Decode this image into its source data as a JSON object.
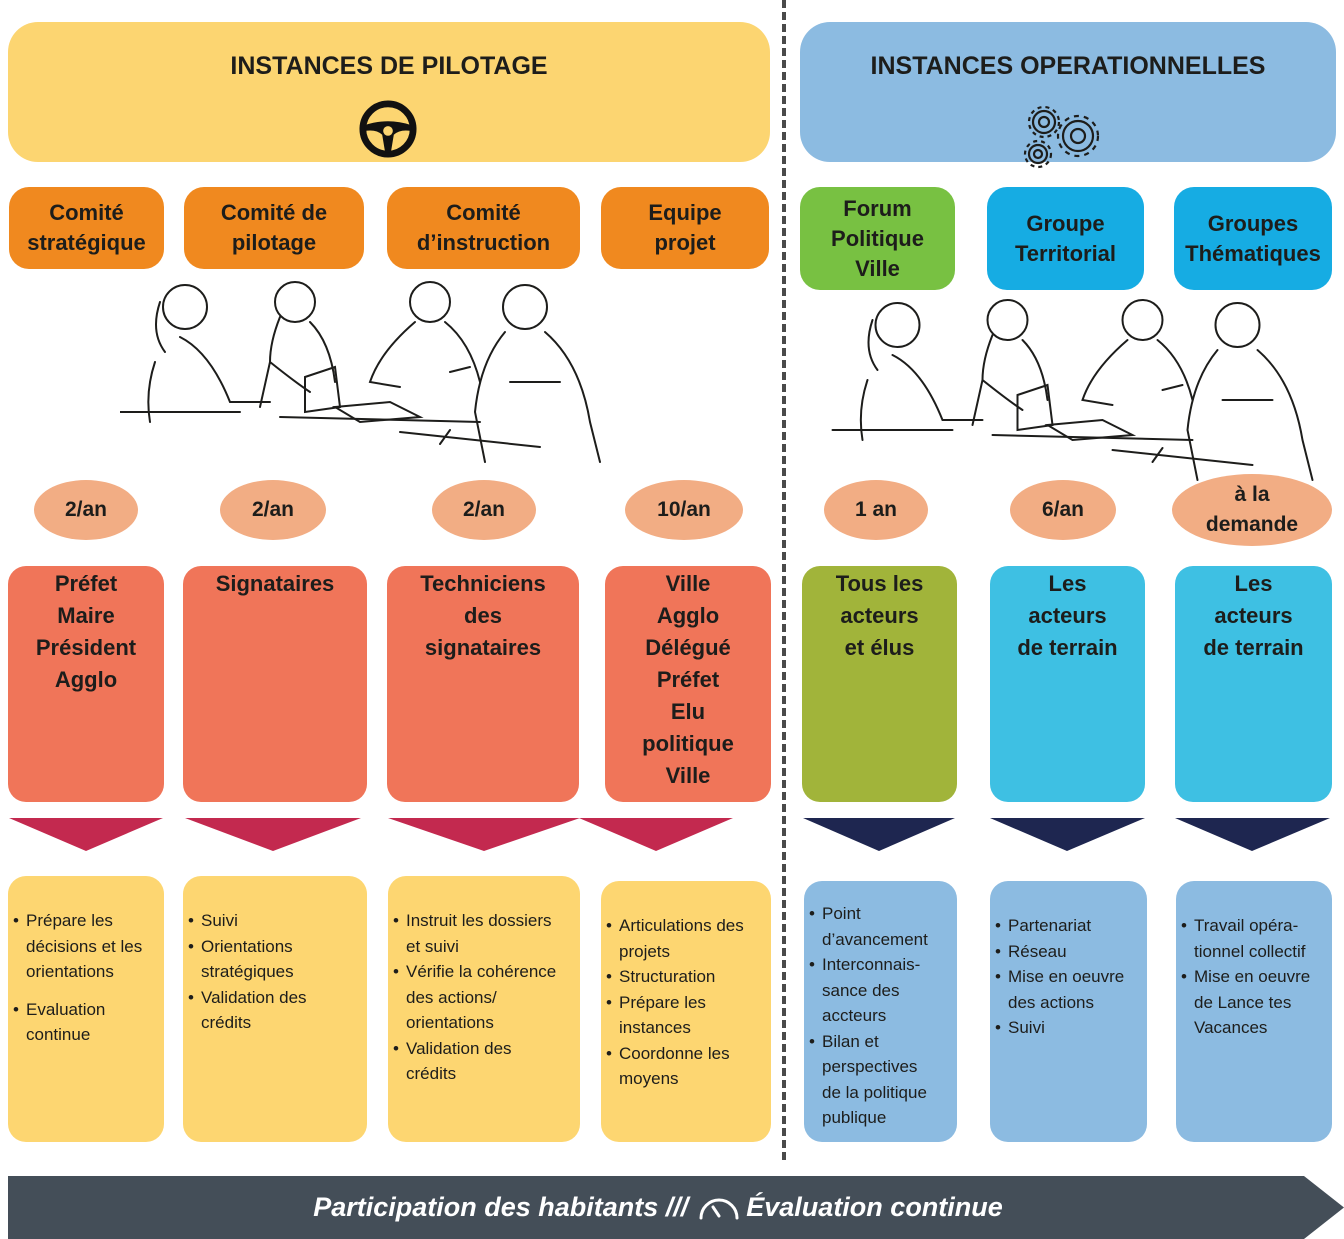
{
  "colors": {
    "pilotage_header": "#fcd571",
    "operational_header": "#8cbbe1",
    "orange": "#f0891f",
    "green": "#78c142",
    "cyan": "#16ace3",
    "frequency": "#f2ad84",
    "salmon": "#f07559",
    "olive": "#a1b43a",
    "sky": "#3ec0e3",
    "yellow_box": "#fdd671",
    "blue_box": "#8cbbe1",
    "crimson_arrow": "#c3294f",
    "navy_arrow": "#1e2650",
    "bottom_bar": "#444e58"
  },
  "headers": {
    "pilotage": {
      "title": "INSTANCES DE PILOTAGE",
      "icon": "steering-wheel-icon"
    },
    "operational": {
      "title": "INSTANCES OPERATIONNELLES",
      "icon": "gears-icon"
    }
  },
  "columns": [
    {
      "category": "Comité\nstratégique",
      "frequency": "2/an",
      "members": "Préfet\nMaire\nPrésident\nAgglo",
      "roles": [
        "Prépare les\ndécisions et les\norientations",
        "Evaluation\ncontinue"
      ]
    },
    {
      "category": "Comité de\npilotage",
      "frequency": "2/an",
      "members": "Signataires",
      "roles": [
        "Suivi",
        " Orientations\nstratégiques",
        "Validation des\ncrédits"
      ]
    },
    {
      "category": "Comité\nd’instruction",
      "frequency": "2/an",
      "members": "Techniciens\ndes\nsignataires",
      "roles": [
        "Instruit les dossiers\net suivi",
        "Vérifie la cohérence\ndes actions/\norientations",
        "Validation des\ncrédits"
      ]
    },
    {
      "category": "Equipe\nprojet",
      "frequency": "10/an",
      "members": "Ville\nAgglo\nDélégué\nPréfet\nElu\npolitique\nVille",
      "roles": [
        "Articulations des\nprojets",
        "Structuration",
        "Prépare les\ninstances",
        "Coordonne les\nmoyens"
      ]
    },
    {
      "category": "Forum\nPolitique\nVille",
      "frequency": "1 an",
      "members": "Tous les\nacteurs\net élus",
      "roles": [
        "Point\nd’avancement",
        "Interconnais-\nsance des\naccteurs",
        "Bilan et\nperspectives\nde la politique\npublique"
      ]
    },
    {
      "category": "Groupe\nTerritorial",
      "frequency": "6/an",
      "members": "Les\nacteurs\nde terrain",
      "roles": [
        "Partenariat",
        "Réseau",
        "Mise en oeuvre\ndes actions",
        "Suivi"
      ]
    },
    {
      "category": "Groupes\nThématiques",
      "frequency": "à la\ndemande",
      "members": "Les\nacteurs\nde terrain",
      "roles": [
        "Travail opéra-\ntionnel collectif",
        "Mise en oeuvre\nde Lance tes\nVacances"
      ]
    }
  ],
  "footer": {
    "part1": "Participation des habitants ///",
    "icon": "speedometer-icon",
    "part2": "Évaluation continue"
  }
}
